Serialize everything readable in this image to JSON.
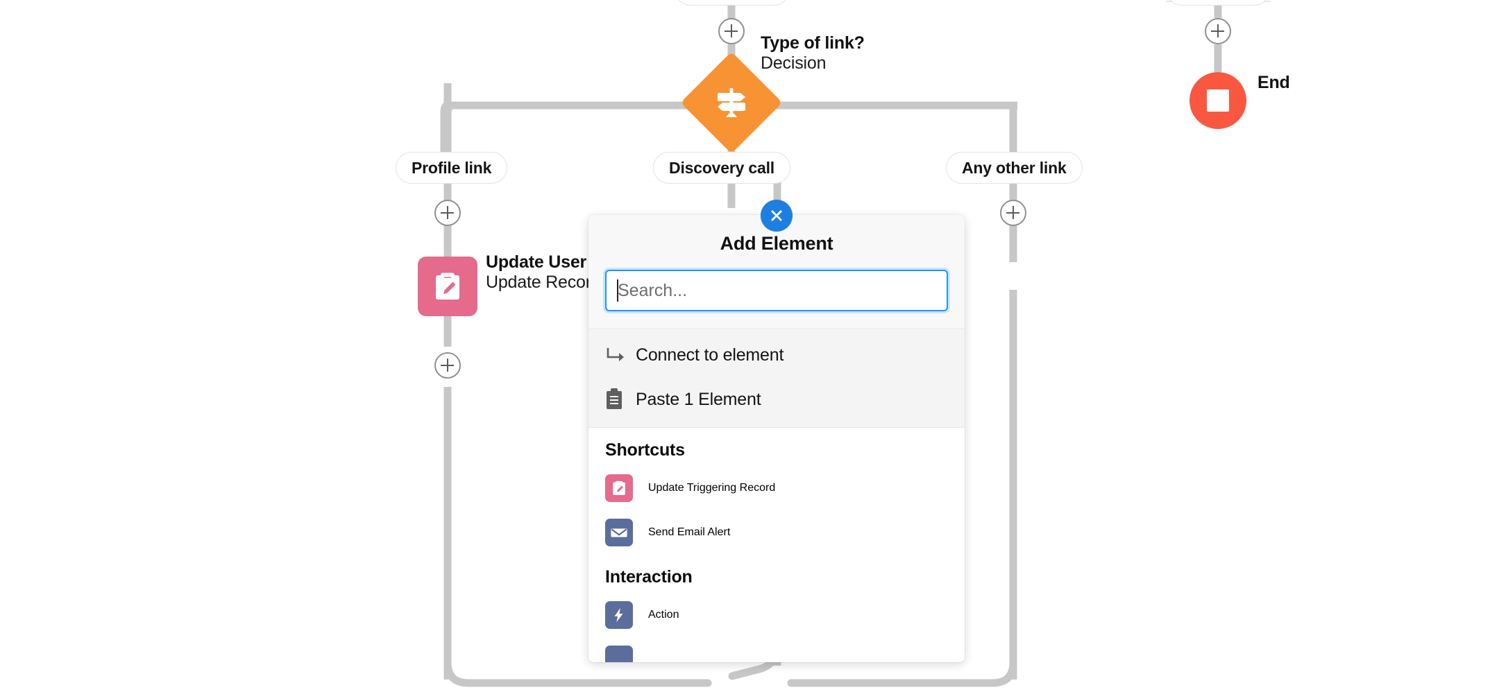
{
  "app": {
    "surface": "flow-builder-canvas",
    "accent_blue": "#1b96ff",
    "decision_orange": "#f79332",
    "end_red": "#fa5741",
    "update_pink": "#e56a8c",
    "action_slate": "#5b6d9c"
  },
  "canvas": {
    "decision_node": {
      "title": "Type of link?",
      "subtitle": "Decision",
      "icon": "signpost-icon"
    },
    "end_node": {
      "label": "End",
      "icon": "stop-square-icon"
    },
    "branches": [
      {
        "label": "Profile link"
      },
      {
        "label": "Discovery call"
      },
      {
        "label": "Any other link"
      }
    ],
    "element_node": {
      "title": "Update User",
      "subtitle": "Update Recor",
      "icon": "update-record-icon"
    },
    "add_buttons": [
      {
        "name": "add-above-decision"
      },
      {
        "name": "add-end-branch"
      },
      {
        "name": "add-profile-branch"
      },
      {
        "name": "add-below-update-user"
      },
      {
        "name": "add-any-other-branch"
      }
    ]
  },
  "add_panel": {
    "title": "Add Element",
    "close_label": "✕",
    "search": {
      "value": "",
      "placeholder": "Search..."
    },
    "quick_actions": [
      {
        "label": "Connect to element",
        "icon": "arrow-turn-right-icon"
      },
      {
        "label": "Paste 1 Element",
        "icon": "clipboard-icon"
      }
    ],
    "groups": [
      {
        "heading": "Shortcuts",
        "items": [
          {
            "label": "Update Triggering Record",
            "icon": "update-record-icon",
            "color": "pink"
          },
          {
            "label": "Send Email Alert",
            "icon": "envelope-icon",
            "color": "slate"
          }
        ]
      },
      {
        "heading": "Interaction",
        "items": [
          {
            "label": "Action",
            "icon": "lightning-bolt-icon",
            "color": "slate"
          }
        ]
      }
    ]
  }
}
